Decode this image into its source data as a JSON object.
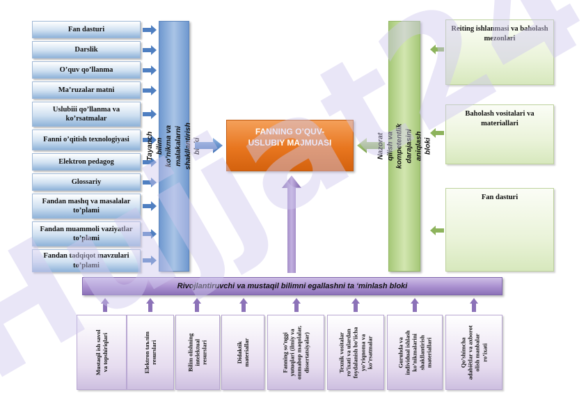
{
  "left_items": [
    "Fan dasturi",
    "Darslik",
    "O’quv qo’llanma",
    "Ma’ruzalar matni",
    "Uslubiii qo’llanma va ko’rsatmalar",
    "Fanni o’qitish texnologiyasi",
    "Elektron pedagog",
    "Glossariy",
    "Fandan mashq va masalalar to’plami",
    "Fandan muammoli vaziyatlar to’plami",
    "Fandan tadqiqot mavzulari to’plami"
  ],
  "left_bar": "Tayanch bilim ko’nikma va malakalarni shakllantirish bloki",
  "center": "FANNING O’QUV-USLUBIY MAJMUASI",
  "right_bar": "Nazorat qilish va kompetentlik darajasini aniqlash bloki",
  "right_items": [
    "Reiting ishlanmasi va baholash mezonlari",
    "Baholash vositalari va materiallari",
    "Fan dasturi"
  ],
  "bottom_bar": "Rivojlantiruvchi va mustaqil bilimni egallashni ta ‘minlash bloki",
  "bottom_items": [
    "Mustaqil ish savol va topshiriqlari",
    "Elektron taълim resurslari",
    "Bilim olishning intelektual resurslari",
    "Didaktik materiallar",
    "Fanning so’nggi yutuqlari (ilmiy va ommabop maqolalar, dissertatsiyalar)",
    "Texnik vositalar ro’ixati va ulardan foydalanish bo’iicha yo’riqnoma va ko’rsatmalar",
    "Guruhda va individual ishlash ko’nikmalarini shakllantirish materiallari",
    "Qo’shimcha adabiёtlar va axborot olish manbalar ro’ixati"
  ],
  "watermark": "Hujjat24",
  "colors": {
    "left_box": "#cfe0f1",
    "left_bar": "#7fa6d6",
    "center": "#e8761f",
    "right_bar": "#b5d18a",
    "right_box": "#eaf3d9",
    "bottom_bar": "#a98fcf",
    "bottom_box": "#e6dcef",
    "arrow_blue": "#4f7fc1",
    "arrow_green": "#8db35c",
    "arrow_purple": "#8c72b8",
    "watermark": "#cfc7ee"
  }
}
